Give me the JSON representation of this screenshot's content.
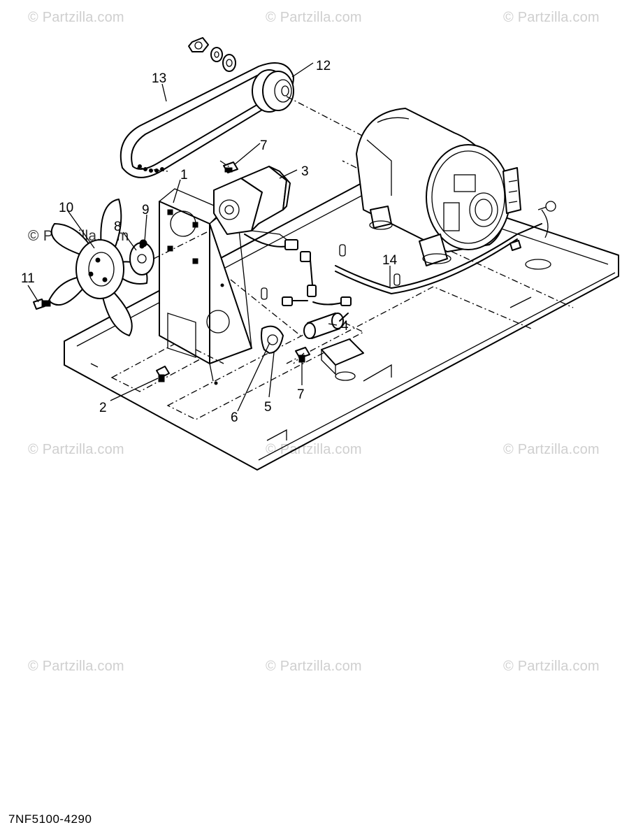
{
  "watermarks": [
    "© Partzilla.com",
    "© Partzilla.com",
    "© Partzilla.com",
    "© Partzilla.com",
    "© Partzilla.com",
    "© Partzilla.com",
    "© Partzilla.com",
    "© Partzilla.com",
    "© Partzilla.com",
    "© Partzilla.com"
  ],
  "diagram_code": "7NF5100-4290",
  "callouts": {
    "c1": "1",
    "c2": "2",
    "c3": "3",
    "c4": "4",
    "c5": "5",
    "c6": "6",
    "c7a": "7",
    "c7b": "7",
    "c8": "8",
    "c9": "9",
    "c10": "10",
    "c11": "11",
    "c12": "12",
    "c13": "13",
    "c14": "14"
  }
}
